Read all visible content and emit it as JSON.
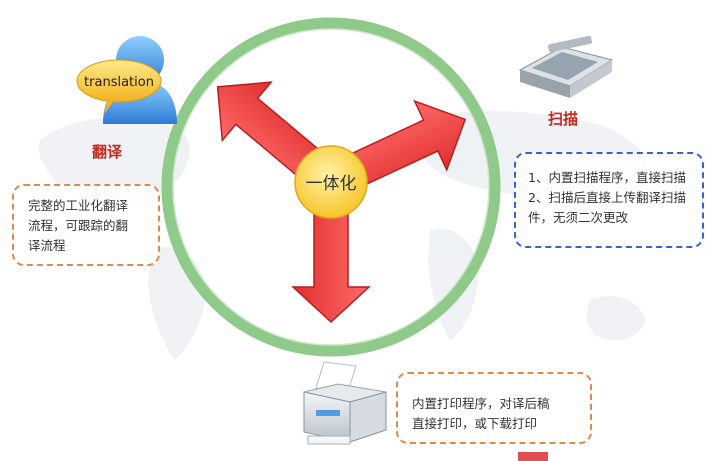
{
  "center": {
    "label": "一体化"
  },
  "translation": {
    "bubble_text": "translation",
    "label": "翻译",
    "note_lines": [
      "完整的工业化翻译",
      "流程，可跟踪的翻",
      "译流程"
    ]
  },
  "scan": {
    "label": "扫描",
    "note_lines": [
      "1、内置扫描程序，直接扫描",
      "2、扫描后直接上传翻译扫描",
      "件，无须二次更改"
    ]
  },
  "print": {
    "note_lines": [
      "内置打印程序，对译后稿",
      "直接打印，或下载打印"
    ]
  },
  "colors": {
    "ring": "#8fca8a",
    "arrow": "#e63b3b",
    "center_fill": "#ffd23a",
    "label_red": "#c8281e",
    "note_border_orange": "#e2884f",
    "note_border_blue": "#3b5fd8"
  },
  "icons": [
    "translation-person-icon",
    "scanner-icon",
    "printer-icon"
  ]
}
